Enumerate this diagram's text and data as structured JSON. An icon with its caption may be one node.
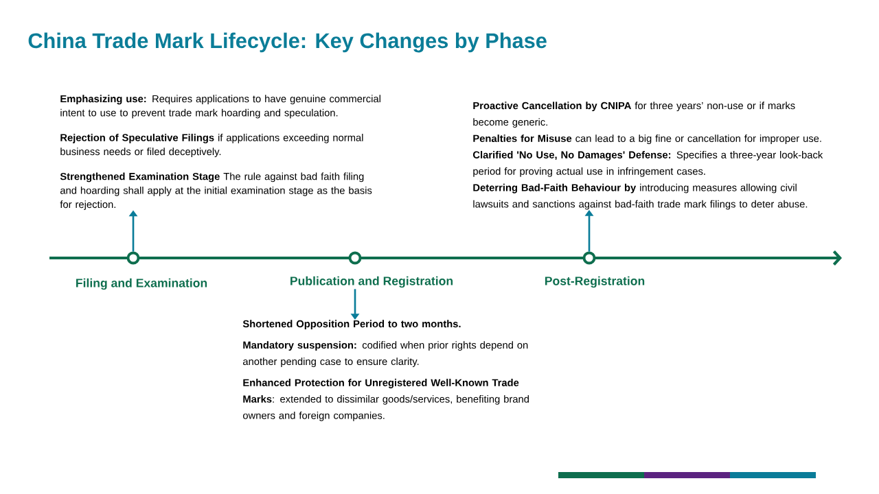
{
  "diagram": {
    "title": "China Trade Mark Lifecycle: Key Changes by Phase",
    "nodes": [
      {
        "text": [
          "**Emphasizing use:** Requires applications to have genuine commercial intent to use to prevent trade mark hoarding and speculation.",
          "**Rejection of Speculative Filings** if applications exceeding normal business needs or filed deceptively.",
          "**Strengthened Examination Stage** The rule against bad faith filing and hoarding shall apply at the initial examination stage as the basis for rejection."
        ]
      },
      {
        "text": [
          "**Proactive Cancellation by CNIPA** for three years’ non-use or if marks become generic.",
          "**Penalties for Misuse** can lead to a big fine or cancellation for improper use.",
          "**Clarified 'No Use, No Damages' Defense:** Specifies a three-year look-back period for proving actual use in infringement cases.",
          "**Deterring Bad-Faith Behaviour by** introducing measures allowing civil lawsuits and sanctions against bad-faith trade mark filings to deter abuse."
        ]
      },
      {
        "text": [],
        "shape": "circle"
      },
      {
        "text": [],
        "shape": "circle"
      },
      {
        "text": [],
        "shape": "circle"
      },
      {
        "text": [
          "Filing and Examination"
        ]
      },
      {
        "text": [
          "Publication and Registration"
        ]
      },
      {
        "text": [
          "Post-Registration"
        ]
      },
      {
        "text": [
          "**Shortened Opposition Period to two months.**",
          "**Mandatory suspension:** codified when prior rights depend on another pending case to ensure clarity.",
          "**Enhanced Protection for Unregistered Well-Known Trade Marks**: extended to dissimilar goods/services, benefiting brand owners and foreign companies."
        ]
      }
    ],
    "edges": [
      {
        "from": 2,
        "to": 0,
        "arrow": "to"
      },
      {
        "from": 4,
        "to": 1,
        "arrow": "to"
      },
      {
        "from": 6,
        "to": 8,
        "arrow": "to"
      }
    ]
  }
}
